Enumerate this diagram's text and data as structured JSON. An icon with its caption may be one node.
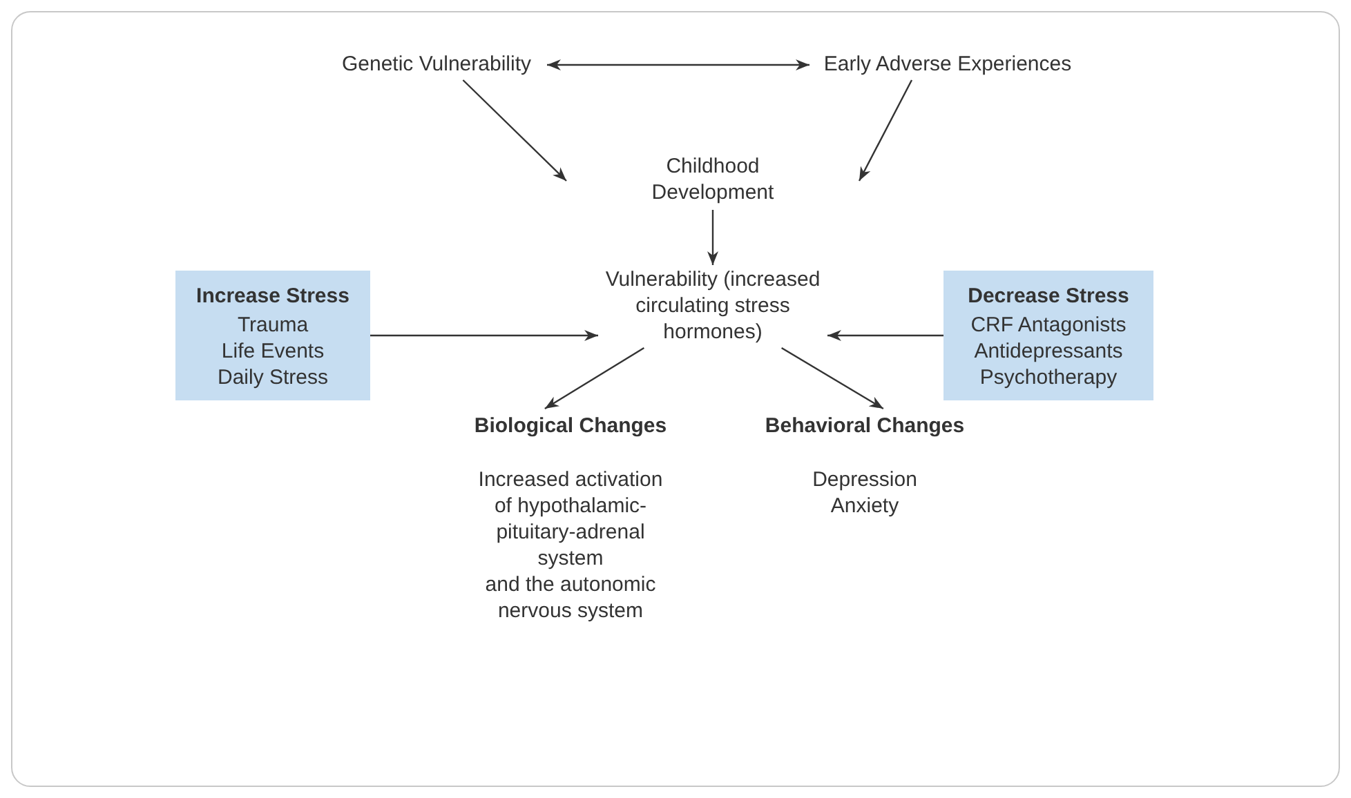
{
  "diagram": {
    "nodes": [
      {
        "text": [
          "Genetic Vulnerability"
        ]
      },
      {
        "text": [
          "Early Adverse Experiences"
        ]
      },
      {
        "text": [
          "Childhood Development"
        ]
      },
      {
        "text": [
          "Vulnerability (increased circulating stress hormones)"
        ]
      },
      {
        "text": [
          "Increase Stress",
          "Trauma",
          "Life Events",
          "Daily Stress"
        ]
      },
      {
        "text": [
          "Decrease Stress",
          "CRF Antagonists",
          "Antidepressants",
          "Psychotherapy"
        ]
      },
      {
        "text": [
          "Biological Changes",
          "Increased activation of hypothalamic- pituitary-adrenal system",
          "and the autonomic nervous system"
        ]
      },
      {
        "text": [
          "Behavioral Changes",
          "Depression",
          "Anxiety"
        ]
      }
    ],
    "edges": [
      {
        "from": 0,
        "to": 1,
        "arrow": "both"
      },
      {
        "from": 0,
        "to": 2,
        "arrow": "to"
      },
      {
        "from": 1,
        "to": 2,
        "arrow": "to"
      },
      {
        "from": 2,
        "to": 3,
        "arrow": "to"
      },
      {
        "from": 4,
        "to": 3,
        "arrow": "to"
      },
      {
        "from": 5,
        "to": 3,
        "arrow": "to"
      },
      {
        "from": 3,
        "to": 6,
        "arrow": "to"
      },
      {
        "from": 3,
        "to": 7,
        "arrow": "to"
      }
    ]
  }
}
